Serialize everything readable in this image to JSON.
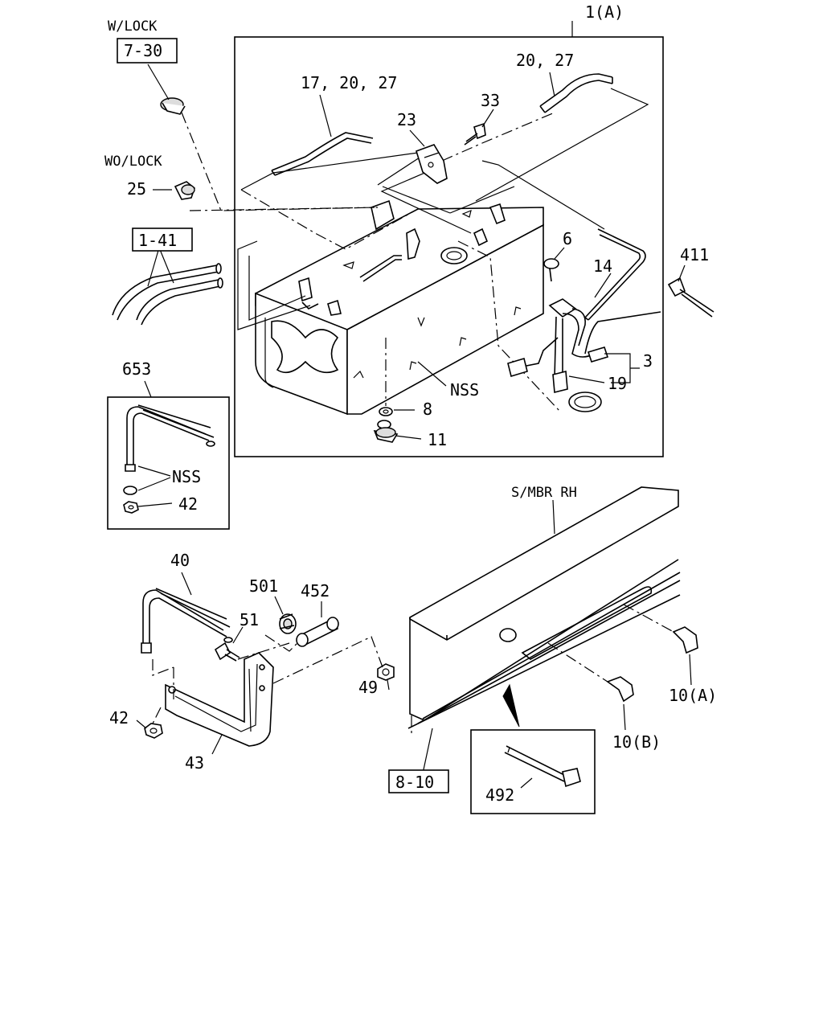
{
  "labels": {
    "assembly": "1(A)",
    "w_lock": "W/LOCK",
    "ref_7_30": "7-30",
    "wo_lock": "WO/LOCK",
    "p25": "25",
    "ref_1_41": "1-41",
    "p17_20_27": "17, 20, 27",
    "p20_27": "20, 27",
    "p23": "23",
    "p33": "33",
    "p6": "6",
    "p14": "14",
    "p411": "411",
    "p3": "3",
    "p19": "19",
    "nss_tank": "NSS",
    "p8": "8",
    "p11": "11",
    "p653": "653",
    "nss_box": "NSS",
    "p42_box": "42",
    "s_mbr_rh": "S/MBR RH",
    "p40": "40",
    "p501": "501",
    "p452": "452",
    "p51": "51",
    "p49": "49",
    "p42": "42",
    "p43": "43",
    "p10a": "10(A)",
    "p10b": "10(B)",
    "ref_8_10": "8-10",
    "p492": "492"
  }
}
